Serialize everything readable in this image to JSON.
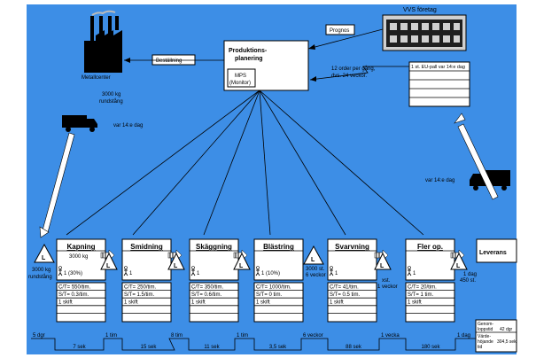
{
  "background": "#3d8ee6",
  "company": {
    "title": "VVS företag"
  },
  "supplier": {
    "label": "Metallcenter",
    "qty": "3000 kg",
    "unit": "rundstång"
  },
  "truck_left": {
    "freq": "var 14:e dag"
  },
  "truck_right": {
    "freq": "var 14:e dag"
  },
  "planning": {
    "title_line1": "Produktions-",
    "title_line2": "planering",
    "mps_line1": "MPS",
    "mps_line2": "(Monitor)"
  },
  "flags": {
    "order": "Beställning",
    "forecast": "Prognos"
  },
  "orders_note": {
    "line1": "12 order per gång,",
    "line2": "dvs. 24 veckor."
  },
  "customer_box": {
    "header": "1 st. EU-pall var 14:e dag"
  },
  "inventories": {
    "first": {
      "line1": "3000 kg",
      "line2": "rundstång"
    },
    "before_svarvning": {
      "line1": "3000 st.",
      "line2": "6 veckor"
    },
    "after_svarvning": {
      "line1": "xst.",
      "line2": "1 veckor"
    },
    "final": {
      "line1": "1 dag",
      "line2": "450 st."
    }
  },
  "processes": [
    {
      "title": "Kapning",
      "extra": "3000 kg",
      "operator": "1 (30%)",
      "rows": [
        "C/T= 550/tim.",
        "S/T= 0.3/tim.",
        "1 skift"
      ]
    },
    {
      "title": "Smidning",
      "extra": "",
      "operator": "1",
      "rows": [
        "C/T= 250/tim.",
        "S/T= 1.5/tim.",
        "1 skift"
      ]
    },
    {
      "title": "Skäggning",
      "extra": "",
      "operator": "1",
      "rows": [
        "C/T= 350/tim.",
        "S/T= 0.6/tim.",
        "1 skift"
      ]
    },
    {
      "title": "Blästring",
      "extra": "",
      "operator": "1 (10%)",
      "rows": [
        "C/T= 1000/tim.",
        "S/T= 0 tim.",
        "1 skift"
      ]
    },
    {
      "title": "Svarvning",
      "extra": "",
      "operator": "1",
      "rows": [
        "C/T= 41/tim.",
        "S/T= 0.5 tim.",
        "1 skift"
      ]
    },
    {
      "title": "Fler op.",
      "extra": "",
      "operator": "1",
      "rows": [
        "C/T= 20/tim.",
        "S/T= 1 tim.",
        "1 skift"
      ]
    }
  ],
  "shipping": {
    "title": "Leverans"
  },
  "timeline": {
    "upper": [
      "5 dgr",
      "1 tim",
      "8 tim",
      "1 tim",
      "6 veckor",
      "1 vecka",
      "1 dag"
    ],
    "lower": [
      "7 sek",
      "15 sek",
      "11 sek",
      "3,5 sek",
      "88 sek",
      "180 sek"
    ]
  },
  "summary": {
    "lead_label_1": "Genom-",
    "lead_label_2": "loppstid",
    "lead_value": "42 dgr",
    "va_label_1": "Värde-",
    "va_label_2": "höjande",
    "va_value": "304,5 sek",
    "va_tail": "tid"
  }
}
